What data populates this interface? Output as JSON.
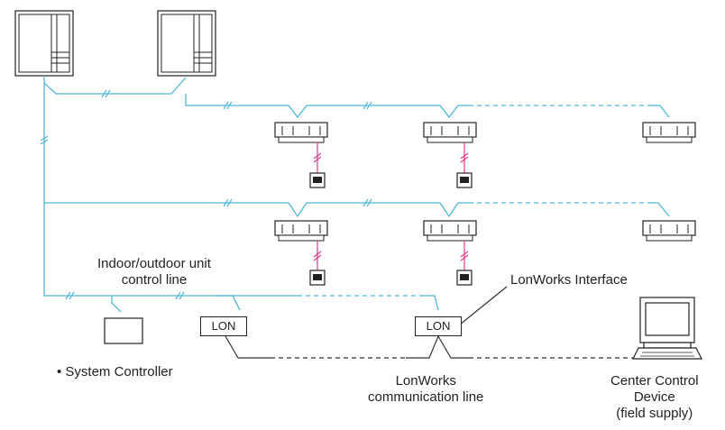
{
  "colors": {
    "control_line": "#4fb6d8",
    "remote_line": "#e03c8a",
    "lon_line": "#333333",
    "stroke": "#222222"
  },
  "labels": {
    "control_line_title": "Indoor/outdoor unit\ncontrol line",
    "lonworks_interface": "LonWorks Interface",
    "system_controller": "• System Controller",
    "lon_comm_line": "LonWorks\ncommunication line",
    "center_control": "Center Control\nDevice\n(field supply)",
    "lon_box_1": "LON",
    "lon_box_2": "LON"
  }
}
